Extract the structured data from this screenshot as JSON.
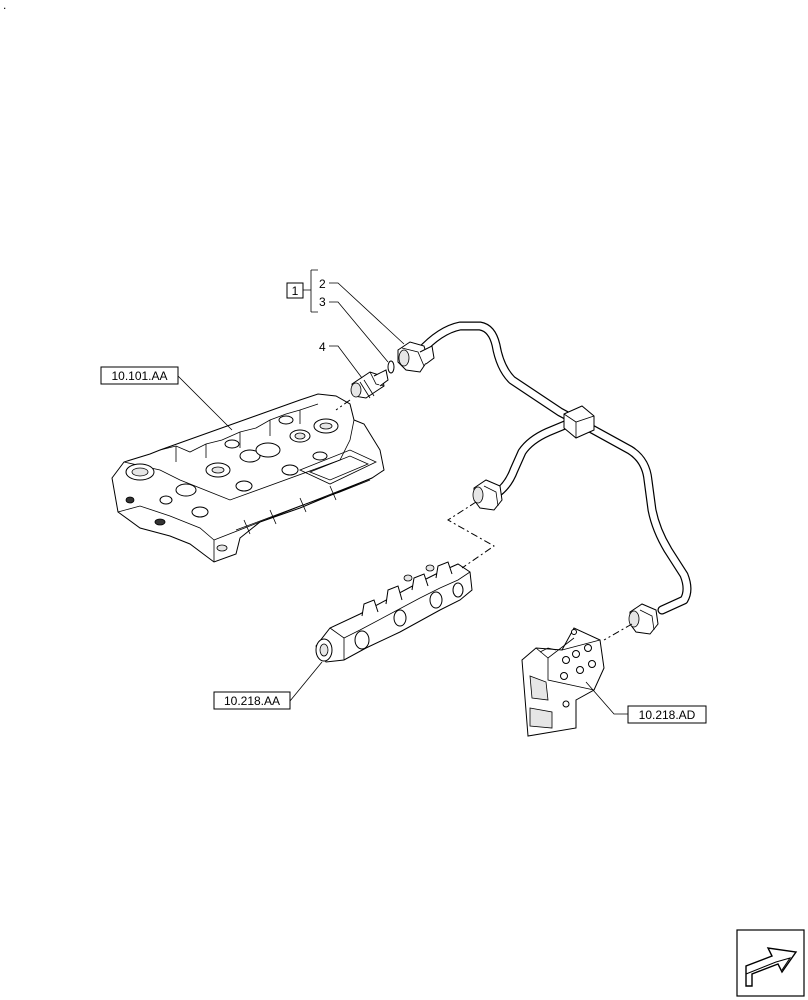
{
  "diagram": {
    "corner_mark": ".",
    "callouts": {
      "item1": "1",
      "item2": "2",
      "item3": "3",
      "item4": "4"
    },
    "references": {
      "cylinder_head": "10.101.AA",
      "fuel_rail": "10.218.AA",
      "bracket": "10.218.AD"
    }
  }
}
